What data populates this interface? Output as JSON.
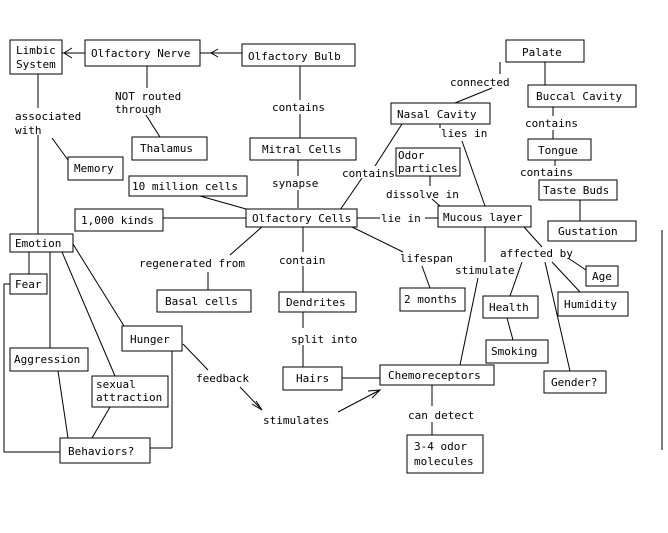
{
  "nodes": {
    "limbic_system_1": "Limbic",
    "limbic_system_2": "System",
    "olfactory_nerve": "Olfactory Nerve",
    "olfactory_bulb": "Olfactory Bulb",
    "palate": "Palate",
    "nasal_cavity": "Nasal Cavity",
    "buccal_cavity": "Buccal Cavity",
    "thalamus": "Thalamus",
    "memory": "Memory",
    "mitral_cells": "Mitral Cells",
    "tongue": "Tongue",
    "odor_particles_1": "Odor",
    "odor_particles_2": "particles",
    "taste_buds": "Taste Buds",
    "ten_million_cells": "10 million cells",
    "thousand_kinds": "1,000 kinds",
    "olfactory_cells": "Olfactory Cells",
    "mucous_layer": "Mucous layer",
    "gustation": "Gustation",
    "emotion": "Emotion",
    "age": "Age",
    "fear": "Fear",
    "basal_cells": "Basal cells",
    "dendrites": "Dendrites",
    "two_months": "2 months",
    "humidity": "Humidity",
    "health": "Health",
    "hunger": "Hunger",
    "smoking": "Smoking",
    "aggression": "Aggression",
    "hairs": "Hairs",
    "chemoreceptors": "Chemoreceptors",
    "sexual_attraction_1": "sexual",
    "sexual_attraction_2": "attraction",
    "gender": "Gender?",
    "behaviors": "Behaviors?",
    "odor_molecules_1": "3-4 odor",
    "odor_molecules_2": "molecules"
  },
  "links": {
    "connected": "connected",
    "not_routed_1": "NOT routed",
    "not_routed_2": "through",
    "associated_1": "associated",
    "associated_2": "with",
    "contains_bulb": "contains",
    "lies_in_nasal": "lies in",
    "contains_buccal": "contains",
    "contains_nasal": "contains",
    "contains_tongue": "contains",
    "synapse": "synapse",
    "dissolve_in": "dissolve in",
    "lie_in": "lie in",
    "affected_by": "affected by",
    "regenerated_from": "regenerated from",
    "contain": "contain",
    "lifespan": "lifespan",
    "stimulate": "stimulate",
    "split_into": "split into",
    "feedback": "feedback",
    "stimulates": "stimulates",
    "can_detect": "can detect"
  },
  "colors": {
    "stroke": "#000000",
    "background": "#ffffff"
  }
}
